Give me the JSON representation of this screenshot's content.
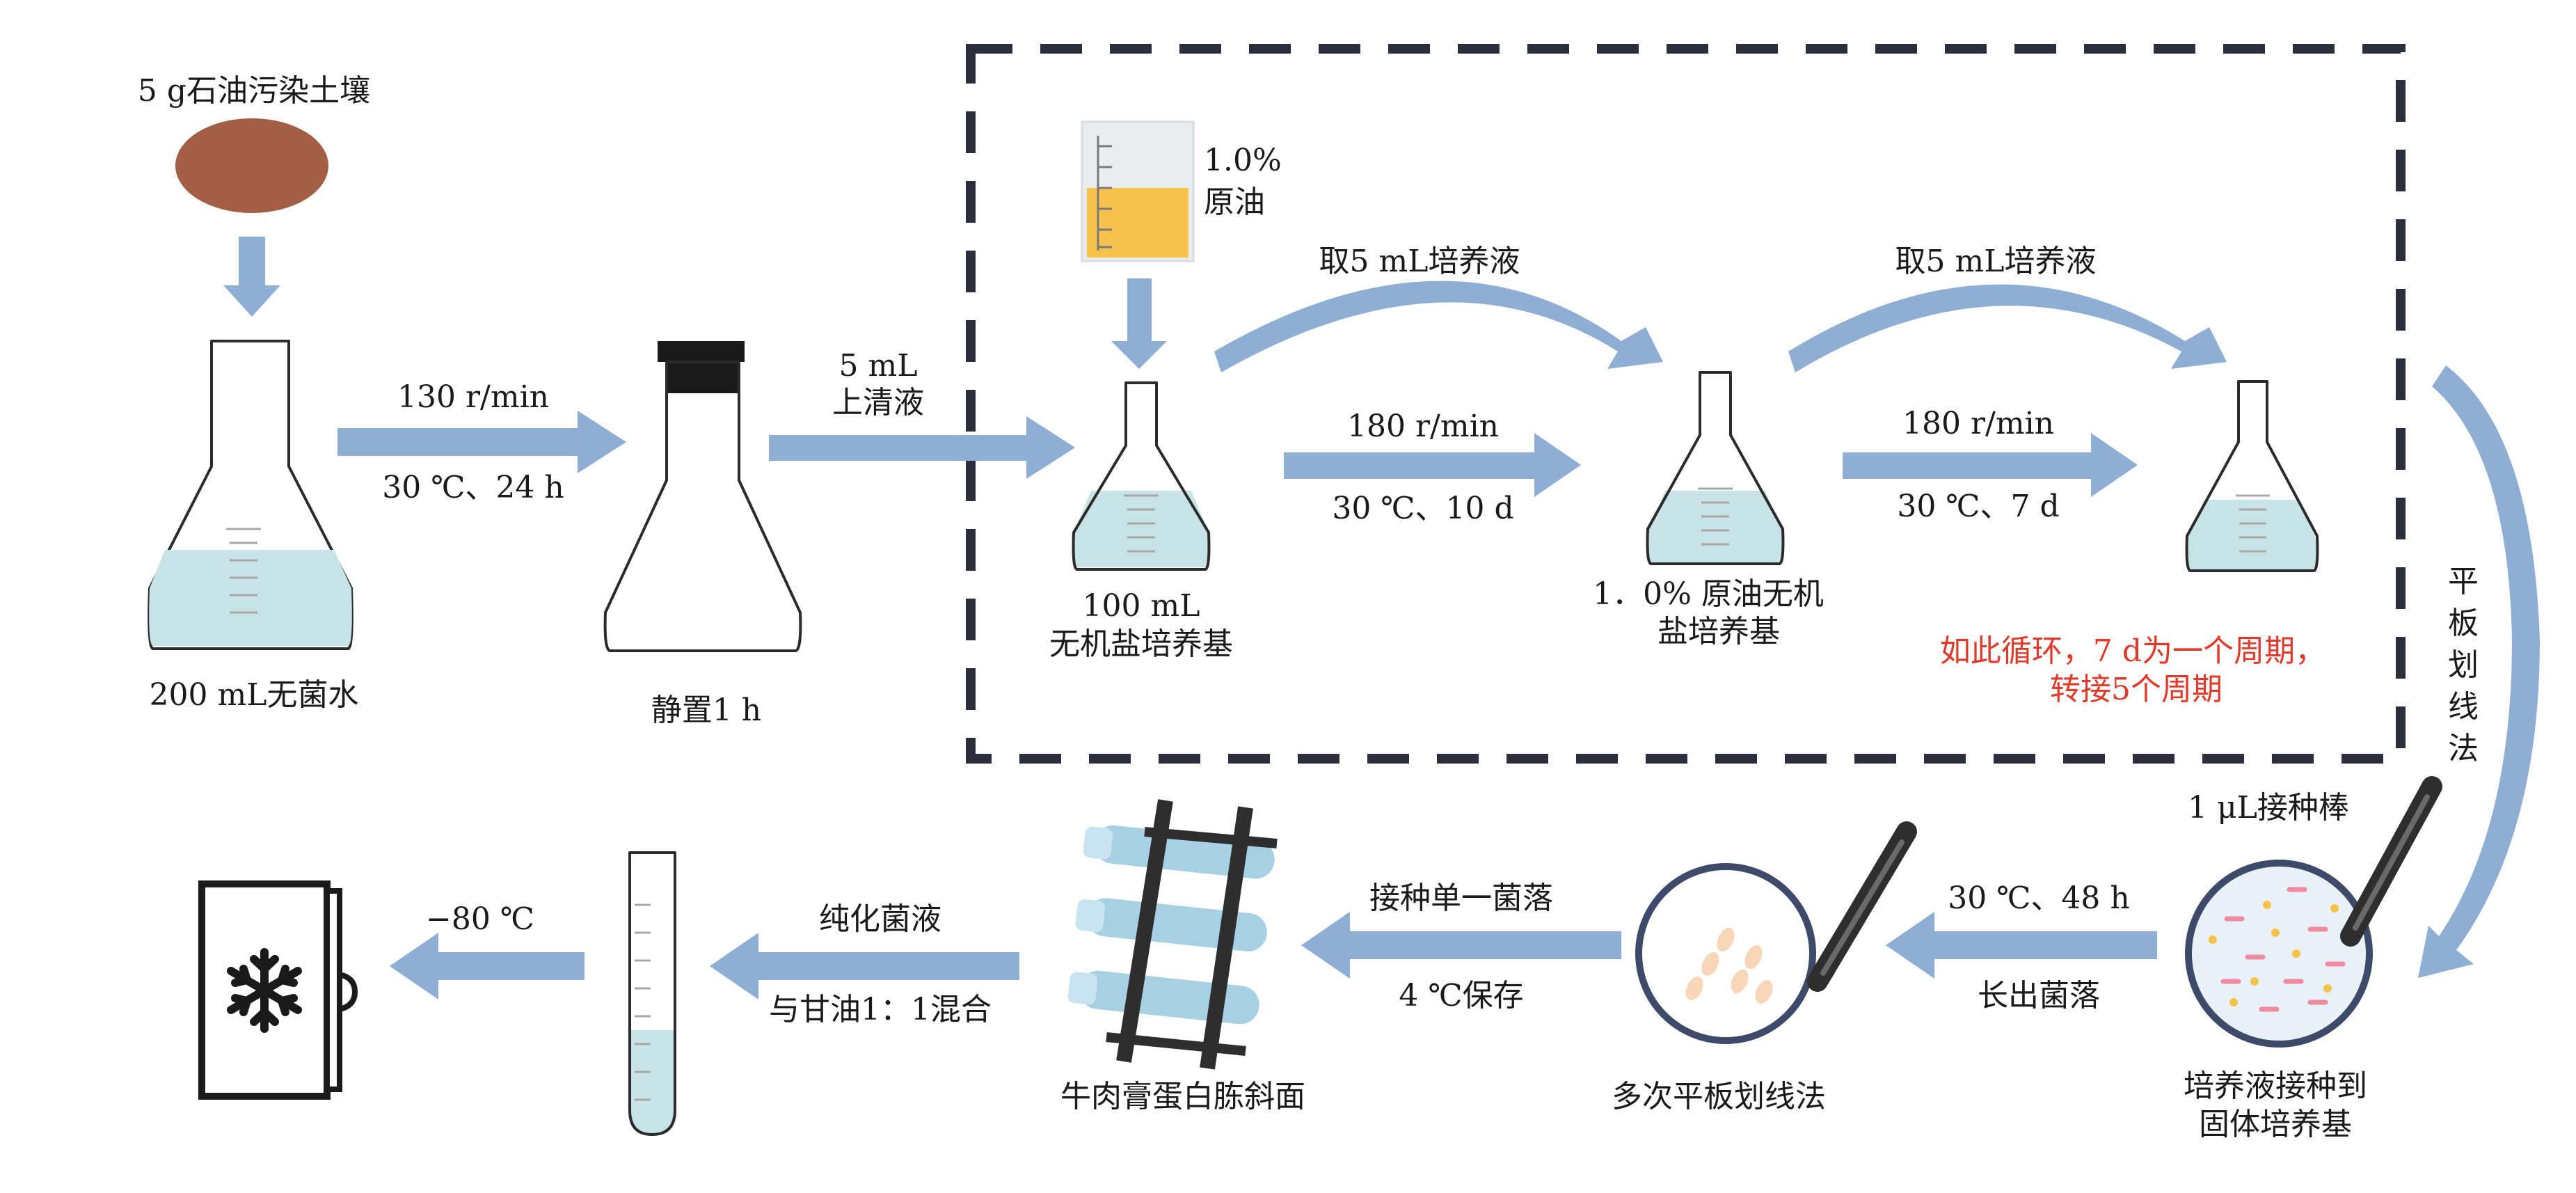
{
  "colors": {
    "arrow": "#8eaed6",
    "liquid": "#c7e3e6",
    "soil": "#a35e45",
    "oil": "#f6c34a",
    "highlight_text": "#e03a2a",
    "dashed_border": "#2b2f3d"
  },
  "steps": {
    "soil_sample": "5 g石油污染土壤",
    "sterile_water": "200 mL无菌水",
    "shake1_speed": "130 r/min",
    "shake1_cond": "30 ℃、24 h",
    "settle": "静置1 h",
    "supernatant_vol": "5 mL",
    "supernatant_label": "上清液",
    "crude_oil_pct": "1.0%",
    "crude_oil_label": "原油",
    "medium1_vol": "100 mL",
    "medium1_label": "无机盐培养基",
    "transfer1": "取5 mL培养液",
    "shake2_speed": "180 r/min",
    "shake2_cond": "30 ℃、10 d",
    "medium2_line1": "1．0% 原油无机",
    "medium2_line2": "盐培养基",
    "transfer2": "取5 mL培养液",
    "shake3_speed": "180 r/min",
    "shake3_cond": "30 ℃、7 d",
    "cycle_line1": "如此循环，7 d为一个周期，",
    "cycle_line2": "转接5个周期",
    "streak_vertical": [
      "平",
      "板",
      "划",
      "线",
      "法"
    ],
    "inoculating_rod": "1 μL接种棒",
    "plate1_line1": "培养液接种到",
    "plate1_line2": "固体培养基",
    "plate1_cond": "30 ℃、48 h",
    "plate1_result": "长出菌落",
    "plate2_label": "多次平板划线法",
    "pick_colony": "接种单一菌落",
    "store_4c": "4 ℃保存",
    "slant_label": "牛肉膏蛋白胨斜面",
    "purified": "纯化菌液",
    "glycerol": "与甘油1：1混合",
    "freeze_temp": "−80 ℃",
    "freezer_icon": "snowflake-icon"
  }
}
